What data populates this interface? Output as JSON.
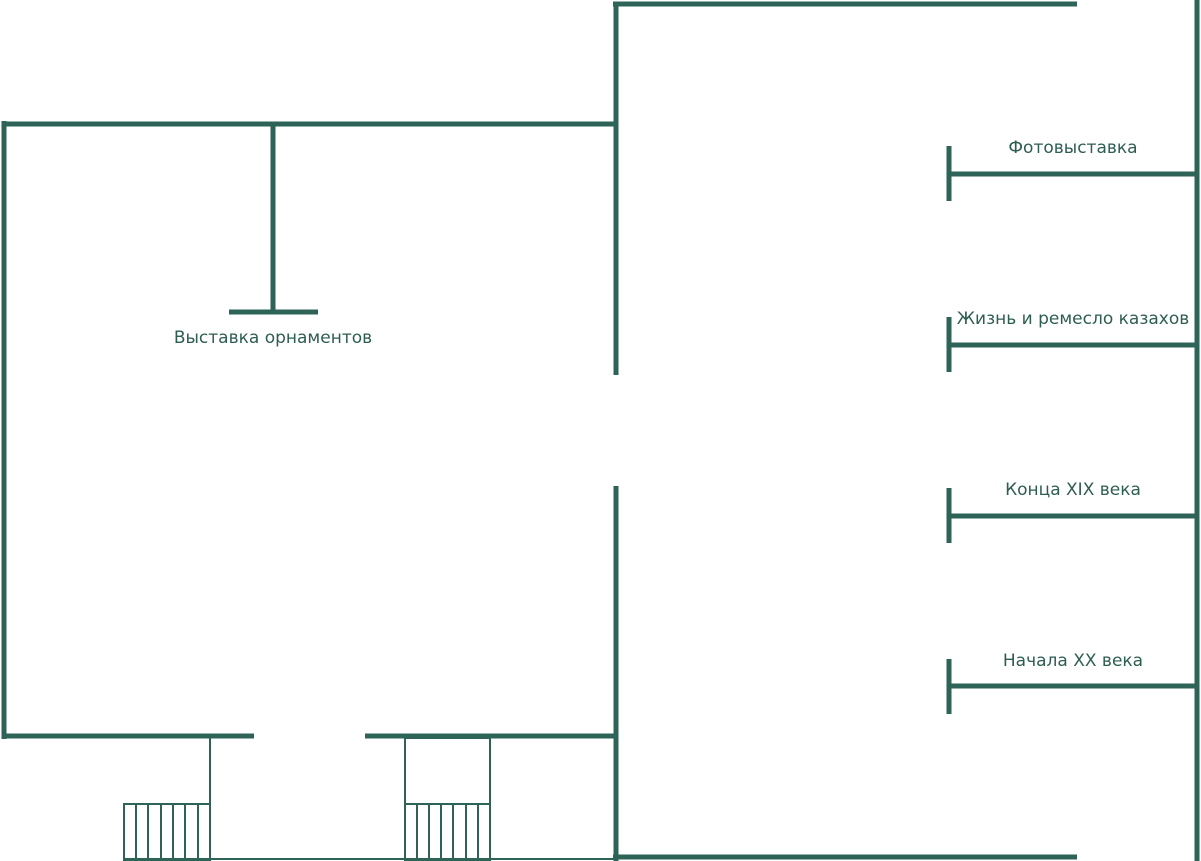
{
  "colors": {
    "wall": "#2e6358",
    "text": "#2e5d52",
    "background": "#ffffff"
  },
  "labels": {
    "ornaments": "Выставка орнаментов",
    "photo": "Фотовыставка",
    "life_crafts": "Жизнь и ремесло казахов",
    "late_19th": "Конца XIX века",
    "early_20th": "Начала XX века"
  }
}
